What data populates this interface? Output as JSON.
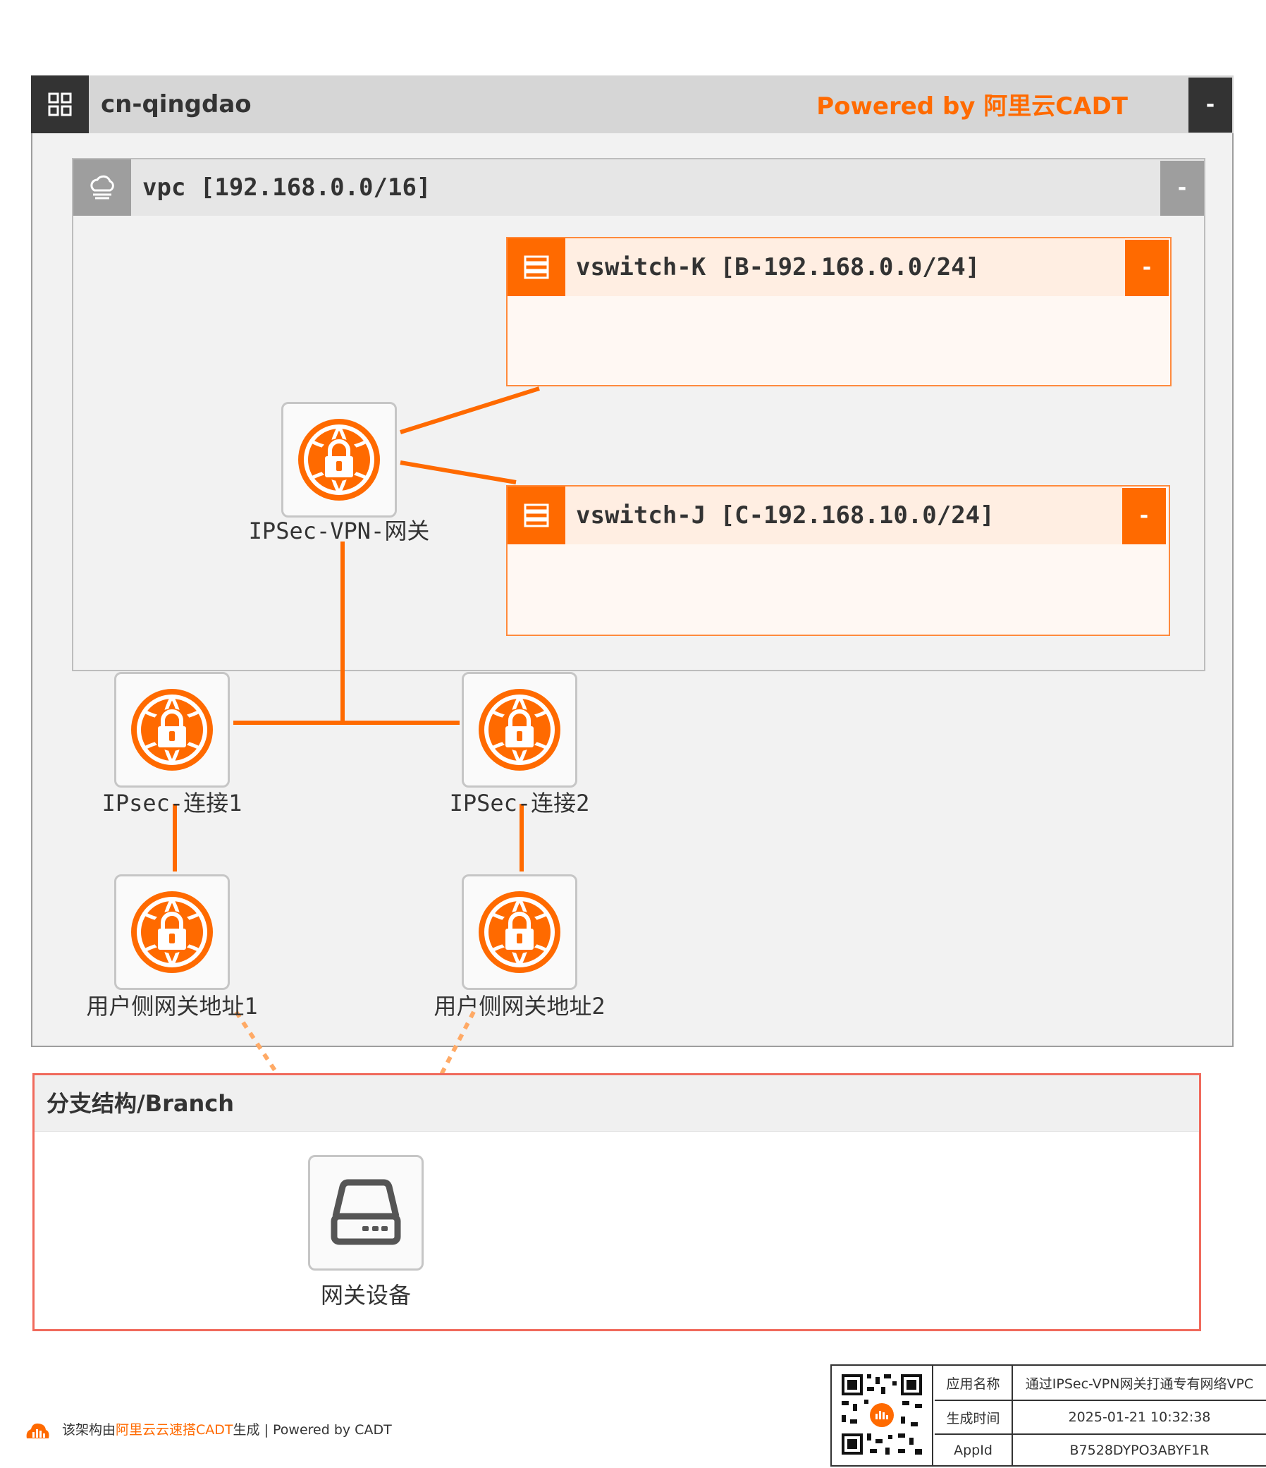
{
  "region": {
    "title": "cn-qingdao",
    "powered": "Powered by 阿里云CADT",
    "collapse": "-"
  },
  "vpc": {
    "title": "vpc [192.168.0.0/16]",
    "collapse": "-"
  },
  "vswitches": [
    {
      "title": "vswitch-K [B-192.168.0.0/24]",
      "collapse": "-"
    },
    {
      "title": "vswitch-J [C-192.168.10.0/24]",
      "collapse": "-"
    }
  ],
  "nodes": {
    "vpn_gateway": "IPSec-VPN-网关",
    "conn1": "IPsec-连接1",
    "conn2": "IPSec-连接2",
    "cgw1": "用户侧网关地址1",
    "cgw2": "用户侧网关地址2",
    "device": "网关设备"
  },
  "branch": {
    "title": "分支结构/Branch"
  },
  "footer": {
    "prefix": "该架构由",
    "highlight": "阿里云云速搭CADT",
    "suffix": "生成 | Powered by CADT"
  },
  "info": {
    "app_name_label": "应用名称",
    "app_name": "通过IPSec-VPN网关打通专有网络VPC",
    "time_label": "生成时间",
    "time": "2025-01-21 10:32:38",
    "appid_label": "AppId",
    "appid": "B7528DYPO3ABYF1R"
  },
  "colors": {
    "accent": "#ff6a00",
    "dark": "#333333",
    "branch_border": "#f06a5c"
  }
}
